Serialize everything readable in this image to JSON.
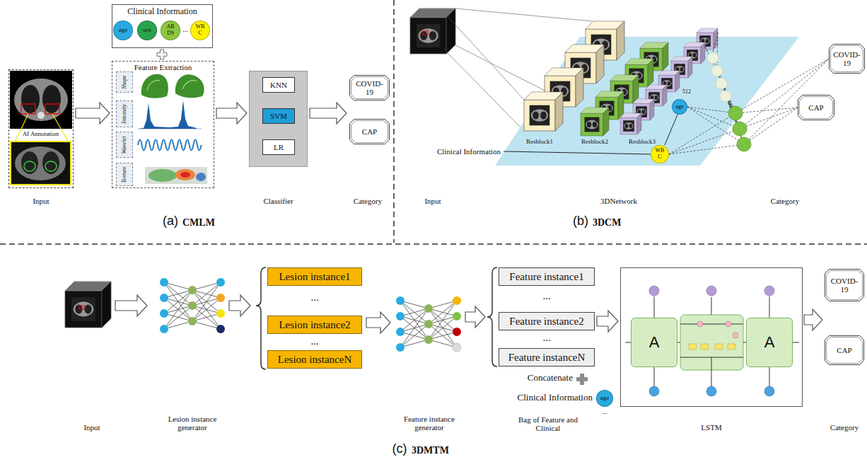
{
  "diagram": {
    "nodes": [
      {
        "text": [
          "Input"
        ]
      },
      {
        "text": [
          "AI Annotation"
        ],
        "in": 0
      },
      {
        "text": [
          "Clinical Information"
        ]
      },
      {
        "text": [
          "age"
        ],
        "in": 2
      },
      {
        "text": [
          "sex"
        ],
        "in": 2
      },
      {
        "text": [
          "AR DS"
        ],
        "in": 2
      },
      {
        "text": [
          "WB C"
        ],
        "in": 2
      },
      {
        "text": [
          "Feature Extraction"
        ]
      },
      {
        "text": [
          "Shape"
        ],
        "in": 7
      },
      {
        "text": [
          "Intensity"
        ],
        "in": 7
      },
      {
        "text": [
          "Wavelet"
        ],
        "in": 7
      },
      {
        "text": [
          "Texture"
        ],
        "in": 7
      },
      {
        "text": [
          "Classifier"
        ]
      },
      {
        "text": [
          "KNN"
        ],
        "in": 12
      },
      {
        "text": [
          "SVM"
        ],
        "in": 12
      },
      {
        "text": [
          "LR"
        ],
        "in": 12
      },
      {
        "text": [
          "COVID-19"
        ]
      },
      {
        "text": [
          "CAP"
        ]
      },
      {
        "text": [
          "age"
        ]
      },
      {
        "text": [
          "WB C"
        ]
      },
      {
        "text": [
          "COVID-19"
        ]
      },
      {
        "text": [
          "CAP"
        ]
      },
      {
        "text": [
          "Lesion instance1"
        ]
      },
      {
        "text": [
          "Lesion instance2"
        ]
      },
      {
        "text": [
          "Lesion instanceN"
        ]
      },
      {
        "text": [
          "Feature instance1"
        ]
      },
      {
        "text": [
          "Feature instance2"
        ]
      },
      {
        "text": [
          "Feature instanceN"
        ]
      },
      {
        "text": [
          "age"
        ]
      },
      {
        "text": [
          "LSTM"
        ]
      },
      {
        "text": [
          "A"
        ],
        "in": 29
      },
      {
        "text": [
          "A"
        ],
        "in": 29
      },
      {
        "text": [
          "COVID-19"
        ]
      },
      {
        "text": [
          "CAP"
        ]
      }
    ],
    "edges": [
      {
        "from": 0,
        "to": 7,
        "arrow": "to"
      },
      {
        "from": 7,
        "to": 12,
        "arrow": "to"
      },
      {
        "from": 26,
        "to": 29,
        "arrow": "to"
      }
    ],
    "labels": [
      "...",
      "Category",
      "(a)",
      "CMLM",
      "Input",
      "Resblock1",
      "Resblock2",
      "Resblock3",
      "512",
      "Clinical Information",
      "3DNetwork",
      "Category",
      "(b)",
      "3DCM",
      "Input",
      "Lesion instance generator",
      "...",
      "...",
      "Feature instance generator",
      "...",
      "...",
      "Concatenate",
      "Clinical Information",
      "...",
      "Bag of Feature and Clinical",
      "Category",
      "(c)",
      "3DMTM"
    ]
  }
}
